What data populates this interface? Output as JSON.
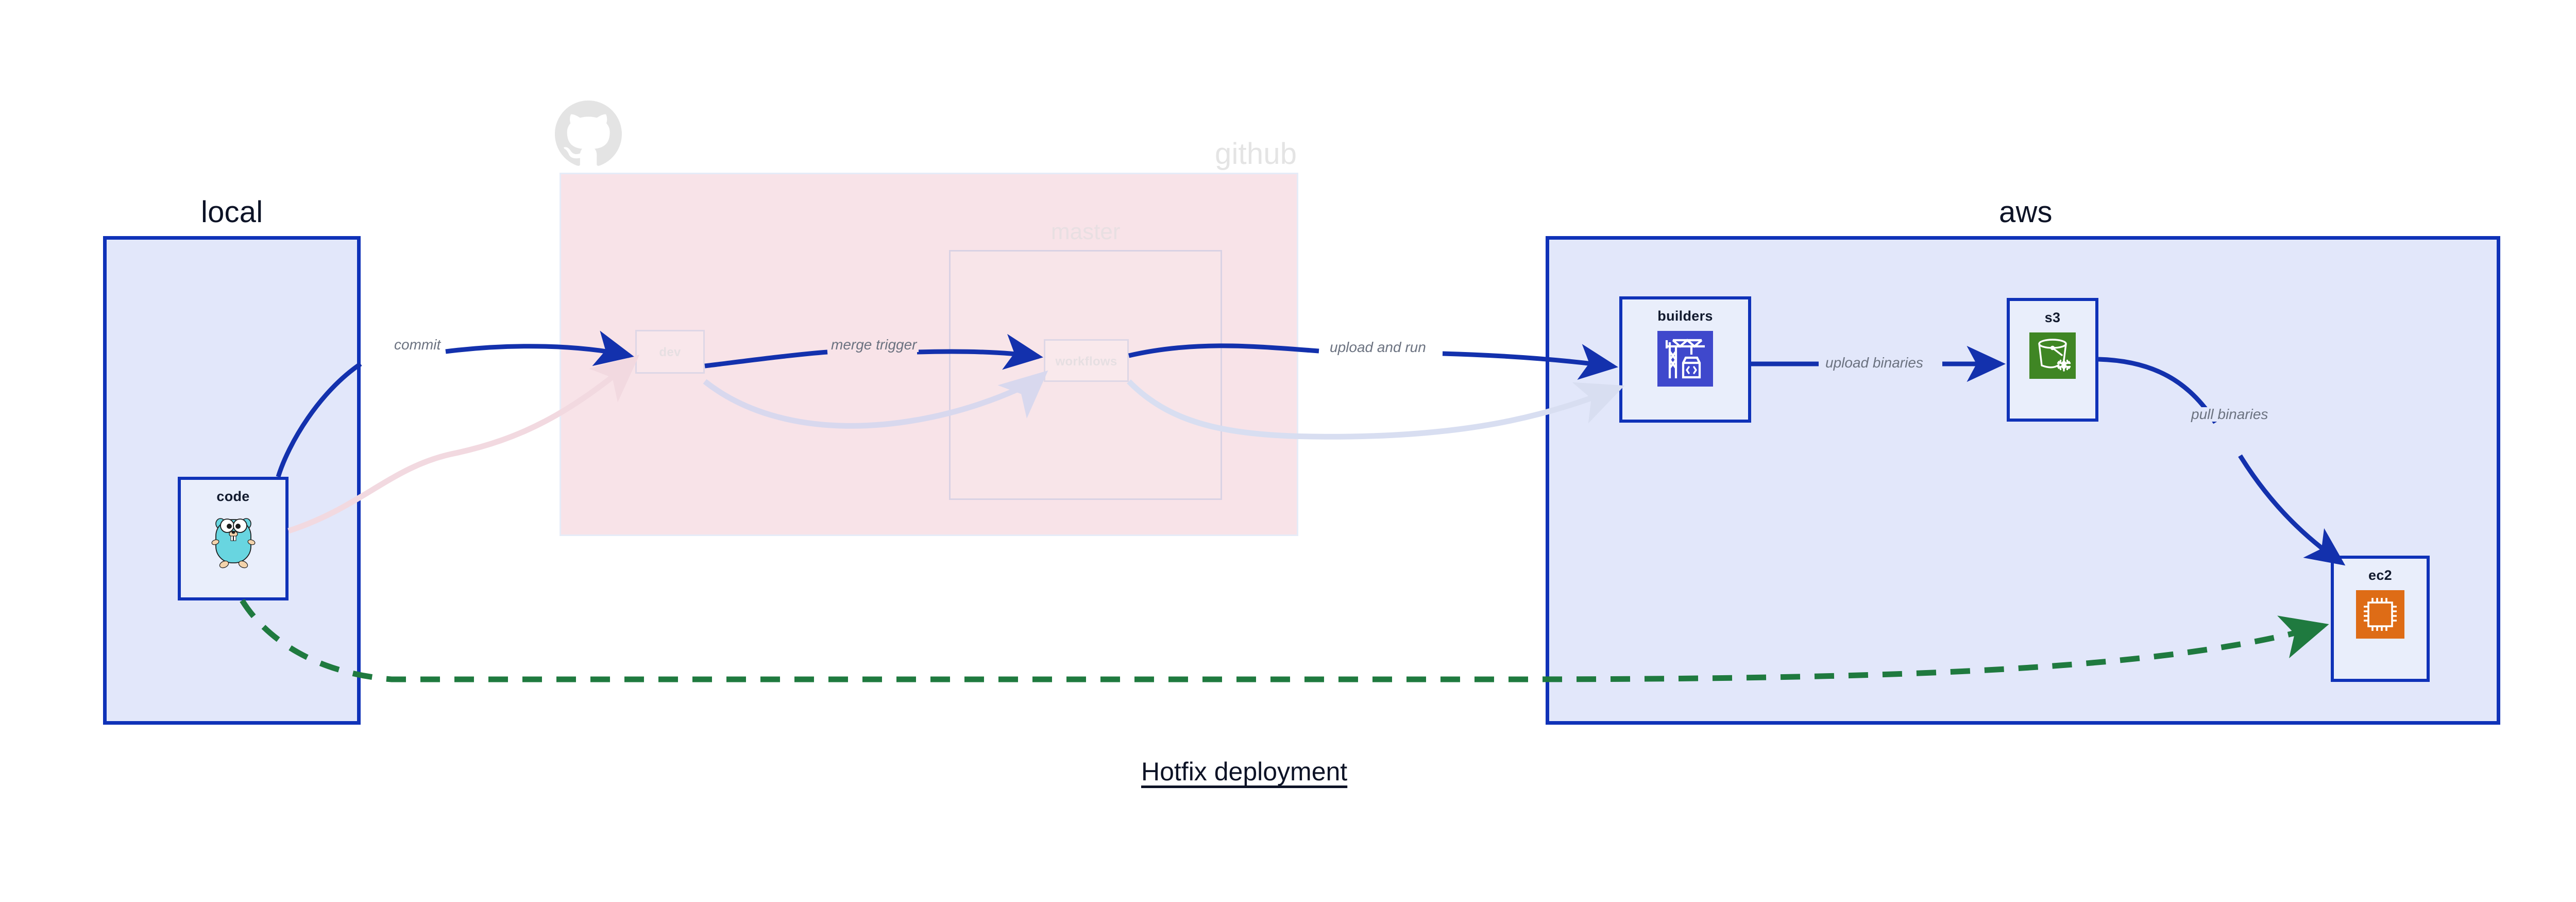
{
  "diagram": {
    "title": "Hotfix deployment",
    "groups": [
      {
        "id": "local",
        "label": "local",
        "faded": false
      },
      {
        "id": "github",
        "label": "github",
        "faded": true
      },
      {
        "id": "aws",
        "label": "aws",
        "faded": false
      }
    ],
    "subgroups": [
      {
        "id": "master",
        "parent": "github",
        "label": "master",
        "faded": true
      }
    ],
    "nodes": [
      {
        "id": "code",
        "group": "local",
        "label": "code",
        "icon": "go-gopher-icon",
        "faded": false
      },
      {
        "id": "dev",
        "group": "github",
        "label": "dev",
        "icon": "none",
        "faded": true
      },
      {
        "id": "workflows",
        "group": "master",
        "label": "workflows",
        "icon": "none",
        "faded": true
      },
      {
        "id": "builders",
        "group": "aws",
        "label": "builders",
        "icon": "aws-codebuild-icon",
        "faded": false
      },
      {
        "id": "s3",
        "group": "aws",
        "label": "s3",
        "icon": "aws-s3-glacier-icon",
        "faded": false
      },
      {
        "id": "ec2",
        "group": "aws",
        "label": "ec2",
        "icon": "aws-ec2-icon",
        "faded": false
      }
    ],
    "edges": [
      {
        "id": "commit",
        "from": "code",
        "to": "dev",
        "label": "commit",
        "style": "solid",
        "color": "#1331ad",
        "faded": false
      },
      {
        "id": "merge-trigger",
        "from": "dev",
        "to": "workflows",
        "label": "merge trigger",
        "style": "solid",
        "color": "#1331ad",
        "faded": false
      },
      {
        "id": "upload-and-run",
        "from": "workflows",
        "to": "builders",
        "label": "upload and run",
        "style": "solid",
        "color": "#1331ad",
        "faded": false
      },
      {
        "id": "upload-binaries",
        "from": "builders",
        "to": "s3",
        "label": "upload binaries",
        "style": "solid",
        "color": "#1331ad",
        "faded": false
      },
      {
        "id": "pull-binaries",
        "from": "s3",
        "to": "ec2",
        "label": "pull binaries",
        "style": "solid",
        "color": "#1331ad",
        "faded": false
      },
      {
        "id": "hotfix-direct",
        "from": "code",
        "to": "ec2",
        "label": "",
        "style": "dashed",
        "color": "#1f7a3f",
        "faded": false
      },
      {
        "id": "ghost-code-dev",
        "from": "code",
        "to": "dev",
        "label": "",
        "style": "solid",
        "color": "#f2d9e0",
        "faded": true
      },
      {
        "id": "ghost-dev-workflows",
        "from": "dev",
        "to": "workflows",
        "label": "",
        "style": "solid",
        "color": "#d8d8ee",
        "faded": true
      },
      {
        "id": "ghost-workflows-builders",
        "from": "workflows",
        "to": "builders",
        "label": "",
        "style": "solid",
        "color": "#d8def1",
        "faded": true
      }
    ],
    "colors": {
      "accent_blue": "#0f32b8",
      "edge_blue": "#1331ad",
      "group_blue_fill": "#e2e7fa",
      "github_pink_fill": "#f8e3e8",
      "node_fill": "#e9eefb",
      "dashed_green": "#1f7a3f",
      "label_gray": "#6b7280",
      "text_dark": "#0d1326",
      "codebuild_purple": "#3f48cc",
      "s3_green": "#3f8624",
      "ec2_orange": "#de6c16",
      "gopher_cyan": "#68d5e0",
      "github_logo_gray": "#e4e4e4"
    },
    "icon_names": {
      "github": "github-octocat-icon",
      "code": "go-gopher-icon",
      "builders": "aws-codebuild-icon",
      "s3": "aws-s3-glacier-icon",
      "ec2": "aws-ec2-icon"
    }
  }
}
